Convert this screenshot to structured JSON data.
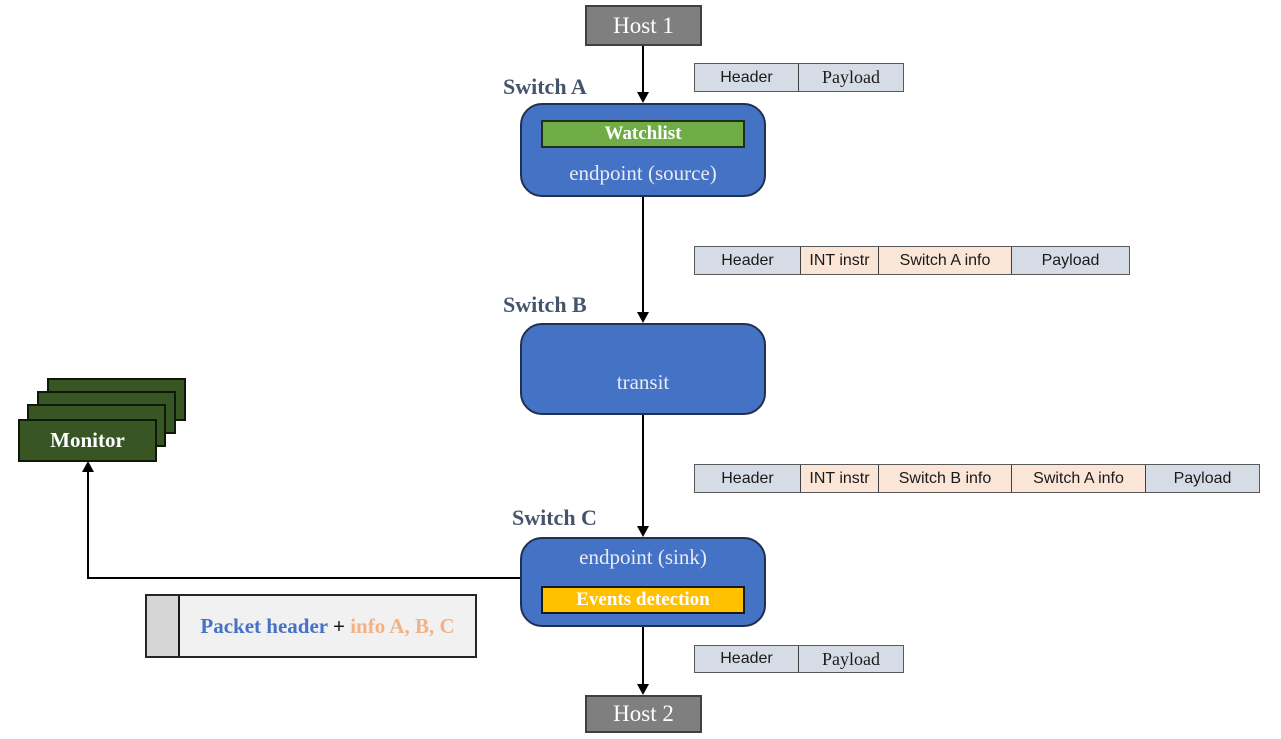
{
  "hosts": {
    "host1": "Host 1",
    "host2": "Host 2"
  },
  "switch_a": {
    "label": "Switch A",
    "module": "Watchlist",
    "role": "endpoint (source)"
  },
  "switch_b": {
    "label": "Switch B",
    "role": "transit"
  },
  "switch_c": {
    "label": "Switch C",
    "role": "endpoint (sink)",
    "module": "Events detection"
  },
  "monitor": {
    "label": "Monitor"
  },
  "report_box": {
    "header_text": "Packet header ",
    "plus": "+",
    "info_text": " info A, B, C"
  },
  "packets": {
    "p1": {
      "cells": [
        "Header",
        "Payload"
      ]
    },
    "p2": {
      "cells": [
        "Header",
        "INT instr",
        "Switch A info",
        "Payload"
      ]
    },
    "p3": {
      "cells": [
        "Header",
        "INT instr",
        "Switch B info",
        "Switch A info",
        "Payload"
      ]
    },
    "p4": {
      "cells": [
        "Header",
        "Payload"
      ]
    }
  },
  "colors": {
    "switch_fill": "#4472C4",
    "watchlist_fill": "#70AD47",
    "events_fill": "#FFC000",
    "monitor_fill": "#375623",
    "host_fill": "#7F7F7F",
    "packet_cell_gray": "#D6DCE5",
    "packet_cell_peach": "#FBE5D6",
    "switch_label_text": "#44546A",
    "report_header_text": "#4472C4",
    "report_info_text": "#F4B183"
  }
}
